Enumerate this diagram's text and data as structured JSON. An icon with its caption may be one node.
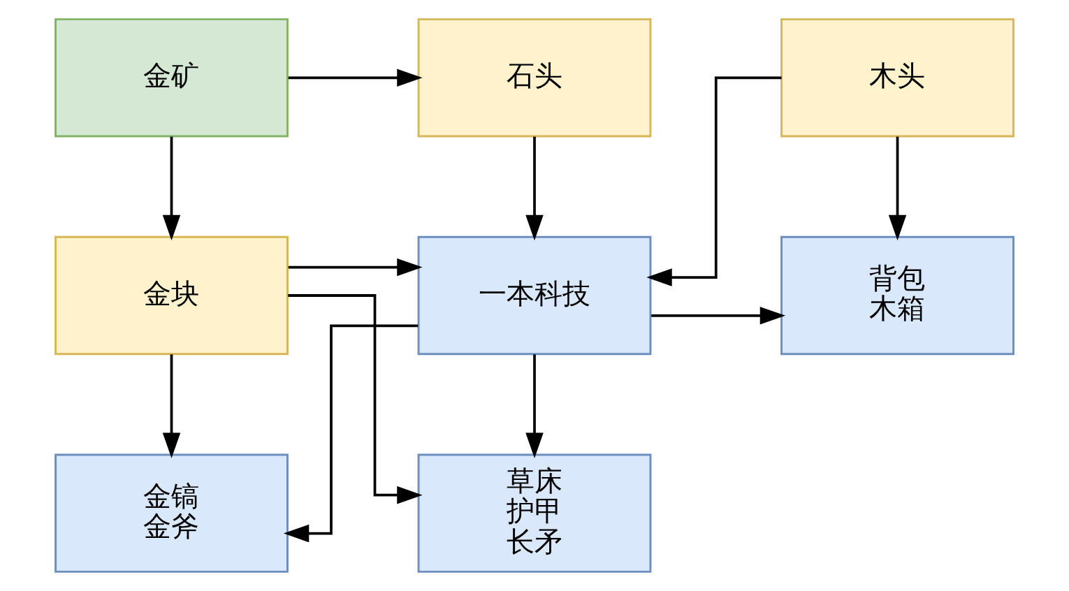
{
  "diagram": {
    "nodes": [
      {
        "text": [
          "金矿"
        ]
      },
      {
        "text": [
          "石头"
        ]
      },
      {
        "text": [
          "木头"
        ]
      },
      {
        "text": [
          "金块"
        ]
      },
      {
        "text": [
          "一本科技"
        ]
      },
      {
        "text": [
          "背包",
          "木箱"
        ]
      },
      {
        "text": [
          "金镐",
          "金斧"
        ]
      },
      {
        "text": [
          "草床",
          "护甲",
          "长矛"
        ]
      }
    ],
    "edges": [
      {
        "from": 0,
        "to": 1,
        "arrow": "to"
      },
      {
        "from": 0,
        "to": 3,
        "arrow": "to"
      },
      {
        "from": 1,
        "to": 4,
        "arrow": "to"
      },
      {
        "from": 2,
        "to": 4,
        "arrow": "to"
      },
      {
        "from": 2,
        "to": 5,
        "arrow": "to"
      },
      {
        "from": 3,
        "to": 4,
        "arrow": "to"
      },
      {
        "from": 4,
        "to": 5,
        "arrow": "to"
      },
      {
        "from": 3,
        "to": 6,
        "arrow": "to"
      },
      {
        "from": 3,
        "to": 7,
        "arrow": "to"
      },
      {
        "from": 4,
        "to": 6,
        "arrow": "to"
      },
      {
        "from": 4,
        "to": 7,
        "arrow": "to"
      }
    ]
  }
}
